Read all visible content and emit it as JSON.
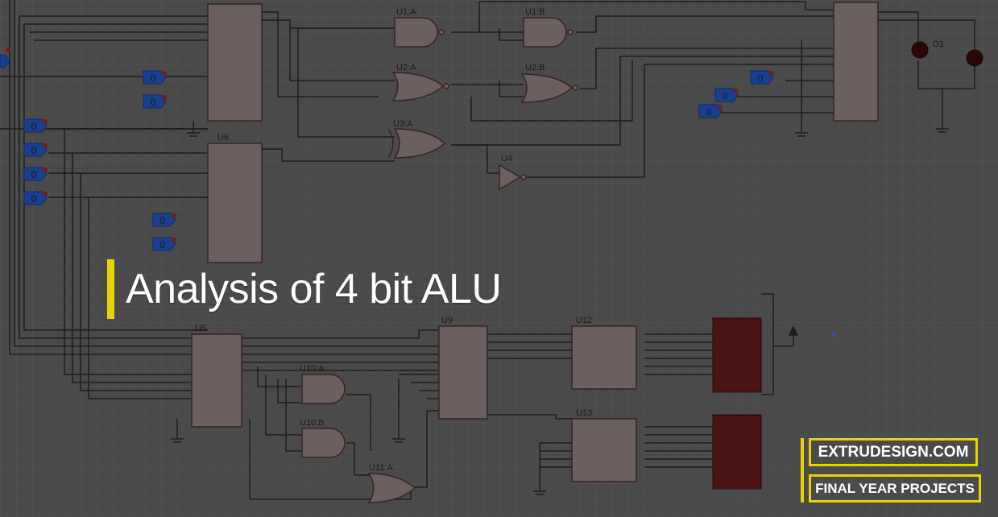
{
  "title": "Analysis of 4 bit ALU",
  "brand": {
    "site": "EXTRUDESIGN.COM",
    "tagline": "FINAL YEAR PROJECTS"
  },
  "schematic": {
    "gate_labels": [
      "U1:A",
      "U1:B",
      "U2:A",
      "U2:B",
      "U3:A",
      "U4",
      "U6",
      "U5",
      "U9",
      "U10:A",
      "U10:B",
      "U11:A",
      "U12",
      "U13",
      "D1"
    ],
    "logic_state": "0"
  },
  "colors": {
    "accent": "#e8d400",
    "background": "#4a4a4a",
    "wire": "#1c1c1c",
    "component_fill": "#6b5f5f",
    "logic_probe": "#1a3f8f",
    "display_segment": "#4a1414"
  }
}
